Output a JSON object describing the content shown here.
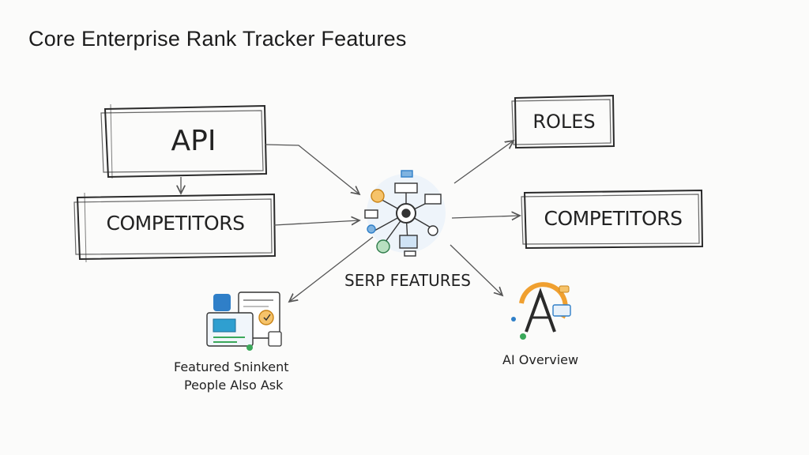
{
  "title": "Core Enterprise Rank Tracker Features",
  "nodes": {
    "api": "API",
    "competitors_left": "COMPETITORS",
    "roles": "ROLES",
    "competitors_right": "COMPETITORS",
    "center": "SERP FEATURES",
    "featured_line1": "Featured Sninkent",
    "featured_line2": "People Also Ask",
    "ai_overview": "AI Overview"
  },
  "icons": {
    "center": "serp-network-icon",
    "featured": "search-results-illustration-icon",
    "ai": "ai-overview-letter-a-icon"
  },
  "colors": {
    "ink": "#2a2a2a",
    "accent_blue": "#2f7fc8",
    "accent_orange": "#f0a030",
    "accent_green": "#3aa85a"
  }
}
